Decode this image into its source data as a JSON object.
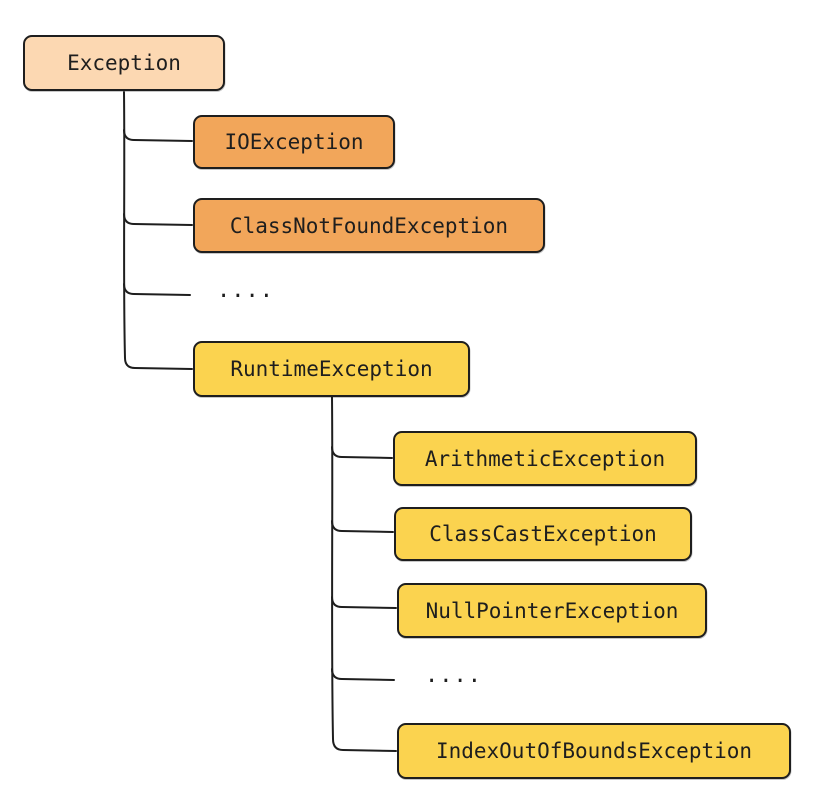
{
  "colors": {
    "root_fill": "#fcd8b2",
    "checked_fill": "#f2a65a",
    "runtime_fill": "#fbd34f",
    "stroke": "#1e1e1e"
  },
  "root": {
    "label": "Exception"
  },
  "checked": [
    {
      "label": "IOException"
    },
    {
      "label": "ClassNotFoundException"
    }
  ],
  "ellipsis_1": "....",
  "runtime": {
    "label": "RuntimeException",
    "children": [
      {
        "label": "ArithmeticException"
      },
      {
        "label": "ClassCastException"
      },
      {
        "label": "NullPointerException"
      },
      {
        "label": "IndexOutOfBoundsException"
      }
    ],
    "ellipsis": "...."
  }
}
